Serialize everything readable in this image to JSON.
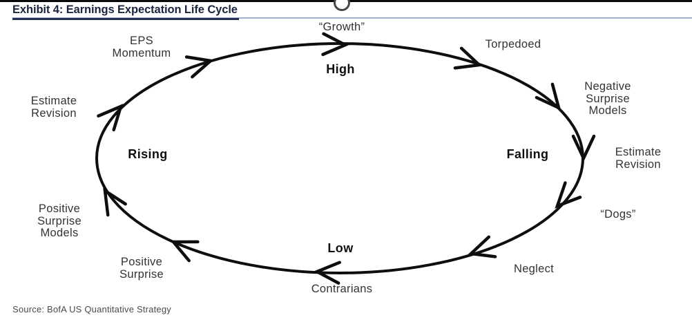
{
  "header": {
    "title": "Exhibit 4: Earnings Expectation Life Cycle"
  },
  "footer": {
    "source": "Source: BofA US Quantitative Strategy"
  },
  "colors": {
    "title": "#1a2440",
    "rule_light": "#9db1d4",
    "rule_dark": "#25304f",
    "diagram_stroke": "#0e0e0e",
    "label_text": "#333333"
  },
  "diagram": {
    "type": "cycle",
    "name": "Earnings Expectation Life Cycle",
    "direction": "clockwise",
    "stages": [
      "High",
      "Falling",
      "Low",
      "Rising"
    ],
    "sequence_clockwise_from_top": [
      "“Growth”",
      "Torpedoed",
      "Negative Surprise Models",
      "Estimate Revision",
      "“Dogs”",
      "Neglect",
      "Contrarians",
      "Positive Surprise",
      "Positive Surprise Models",
      "Estimate Revision",
      "EPS Momentum"
    ]
  },
  "labels": {
    "growth": "“Growth”",
    "high": "High",
    "torpedoed": "Torpedoed",
    "negative_surprise_models": "Negative\nSurprise\nModels",
    "estimate_revision_right": "Estimate\nRevision",
    "falling": "Falling",
    "dogs": "“Dogs”",
    "neglect": "Neglect",
    "low": "Low",
    "contrarians": "Contrarians",
    "positive_surprise": "Positive\nSurprise",
    "positive_surprise_models": "Positive\nSurprise\nModels",
    "rising": "Rising",
    "estimate_revision_left": "Estimate\nRevision",
    "eps_momentum": "EPS\nMomentum"
  }
}
